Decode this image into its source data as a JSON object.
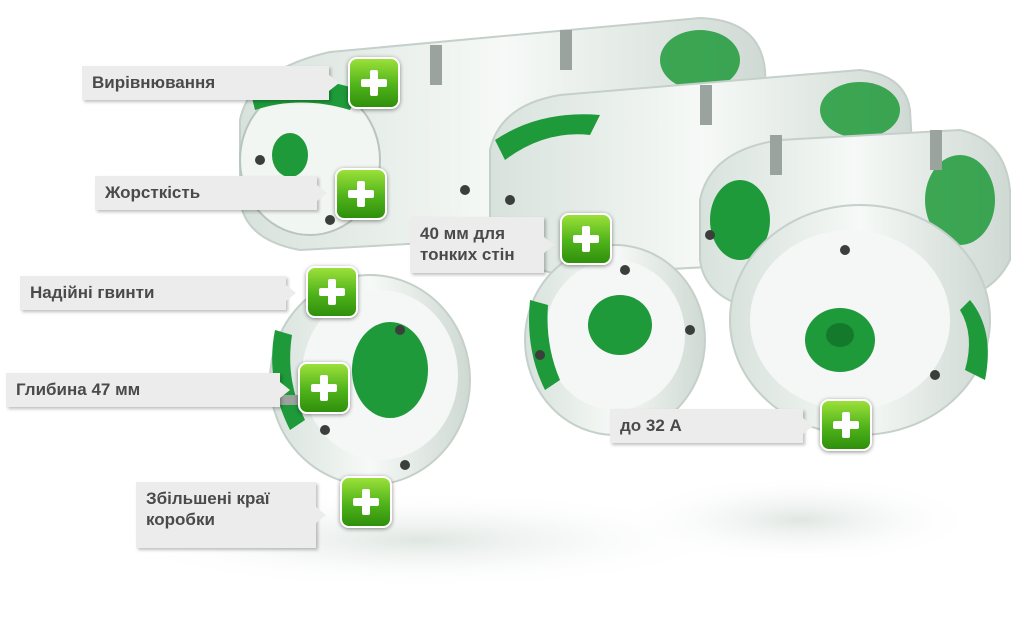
{
  "hotspots": [
    {
      "label": "Вирівнювання"
    },
    {
      "label": "Жорсткість"
    },
    {
      "label": "Надійні гвинти"
    },
    {
      "label": "Глибина 47 мм"
    },
    {
      "label": "Збільшені краї\nкоробки"
    },
    {
      "label": "40 мм для\nтонких стін"
    },
    {
      "label": "до 32 А"
    }
  ],
  "icons": {
    "expand": "plus-icon"
  },
  "colors": {
    "accent_green": "#4fb31a",
    "box_green": "#1e9a3a",
    "box_white": "#e9f0ec",
    "callout_bg": "#ececec",
    "callout_text": "#4a4a4a"
  }
}
